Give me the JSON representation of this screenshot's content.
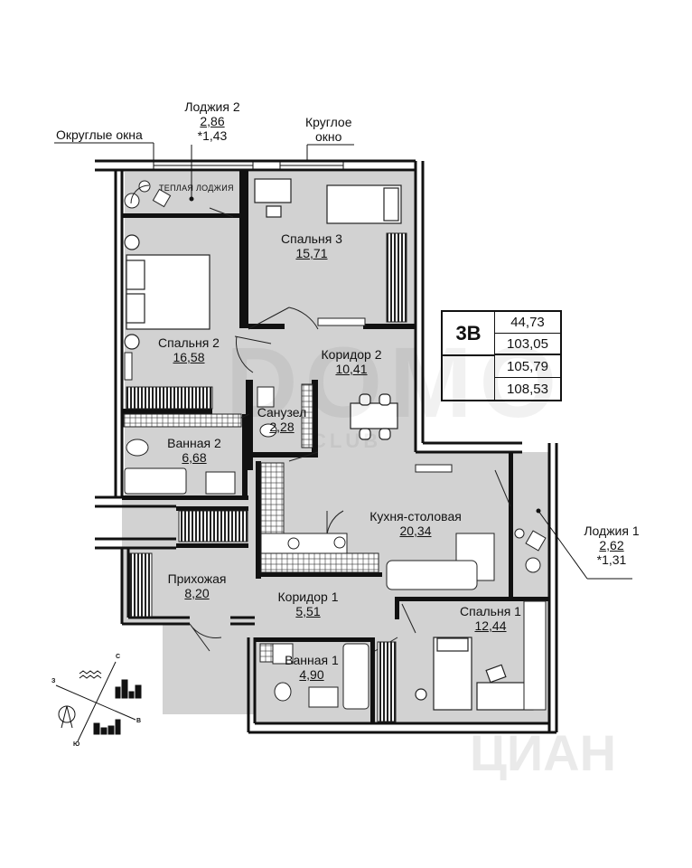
{
  "rooms": [
    {
      "id": "loggia-2",
      "name": "Лоджия 2",
      "area": "2,86",
      "extra": "*1,43"
    },
    {
      "id": "bedroom-3",
      "name": "Спальня 3",
      "area": "15,71"
    },
    {
      "id": "bedroom-2",
      "name": "Спальня 2",
      "area": "16,58"
    },
    {
      "id": "corridor-2",
      "name": "Коридор 2",
      "area": "10,41"
    },
    {
      "id": "wc",
      "name": "Санузел",
      "area": "2,28"
    },
    {
      "id": "bath-2",
      "name": "Ванная 2",
      "area": "6,68"
    },
    {
      "id": "kitchen",
      "name": "Кухня-столовая",
      "area": "20,34"
    },
    {
      "id": "loggia-1",
      "name": "Лоджия 1",
      "area": "2,62",
      "extra": "*1,31"
    },
    {
      "id": "hall",
      "name": "Прихожая",
      "area": "8,20"
    },
    {
      "id": "corridor-1",
      "name": "Коридор 1",
      "area": "5,51"
    },
    {
      "id": "bedroom-1",
      "name": "Спальня 1",
      "area": "12,44"
    },
    {
      "id": "bath-1",
      "name": "Ванная 1",
      "area": "4,90"
    }
  ],
  "callouts": {
    "round_windows": "Округлые окна",
    "round_window_line1": "Круглое",
    "round_window_line2": "окно",
    "warm_loggia": "ТЕПЛАЯ ЛОДЖИЯ"
  },
  "area_table": {
    "type": "3В",
    "values": [
      "44,73",
      "103,05",
      "105,79",
      "108,53"
    ]
  },
  "compass": {
    "n": "С",
    "s": "Ю",
    "e": "В",
    "w": "З"
  },
  "watermarks": {
    "brand": "DOMO",
    "brand_sub": "CLUB",
    "site": "ЦИАН"
  }
}
